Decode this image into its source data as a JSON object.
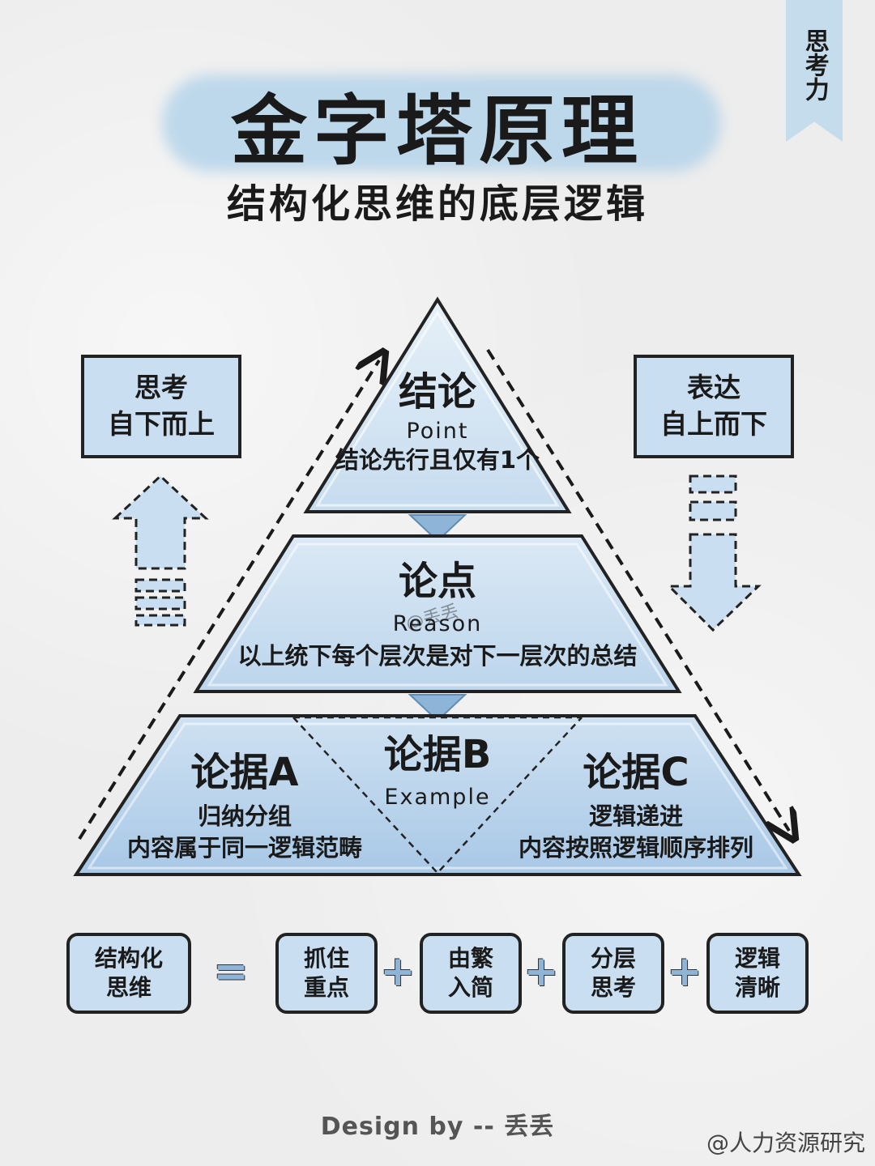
{
  "bookmark": {
    "text": "思考力"
  },
  "title": "金字塔原理",
  "subtitle": "结构化思维的底层逻辑",
  "left_box": {
    "line1": "思考",
    "line2": "自下而上"
  },
  "right_box": {
    "line1": "表达",
    "line2": "自上而下"
  },
  "pyramid": {
    "top": {
      "title": "结论",
      "english": "Point",
      "desc": "结论先行且仅有1个"
    },
    "middle": {
      "title": "论点",
      "english": "Reason",
      "desc": "以上统下每个层次是对下一层次的总结"
    },
    "bottom": {
      "a": {
        "title": "论据A",
        "line1": "归纳分组",
        "line2": "内容属于同一逻辑范畴"
      },
      "b": {
        "title": "论据B",
        "english": "Example"
      },
      "c": {
        "title": "论据C",
        "line1": "逻辑递进",
        "line2": "内容按照逻辑顺序排列"
      }
    }
  },
  "formula": {
    "result": {
      "line1": "结构化",
      "line2": "思维"
    },
    "equals": "=",
    "plus": "+",
    "terms": [
      {
        "line1": "抓住",
        "line2": "重点"
      },
      {
        "line1": "由繁",
        "line2": "入简"
      },
      {
        "line1": "分层",
        "line2": "思考"
      },
      {
        "line1": "逻辑",
        "line2": "清晰"
      }
    ]
  },
  "credit": "Design by -- 丢丢",
  "watermark": "@人力资源研究",
  "inline_watermark": "@丢丢",
  "colors": {
    "light_blue": "#c9dff1",
    "mid_blue": "#a9c8e5",
    "dark_blue": "#8eb5d7",
    "outline": "#222222",
    "background": "#ededed"
  }
}
